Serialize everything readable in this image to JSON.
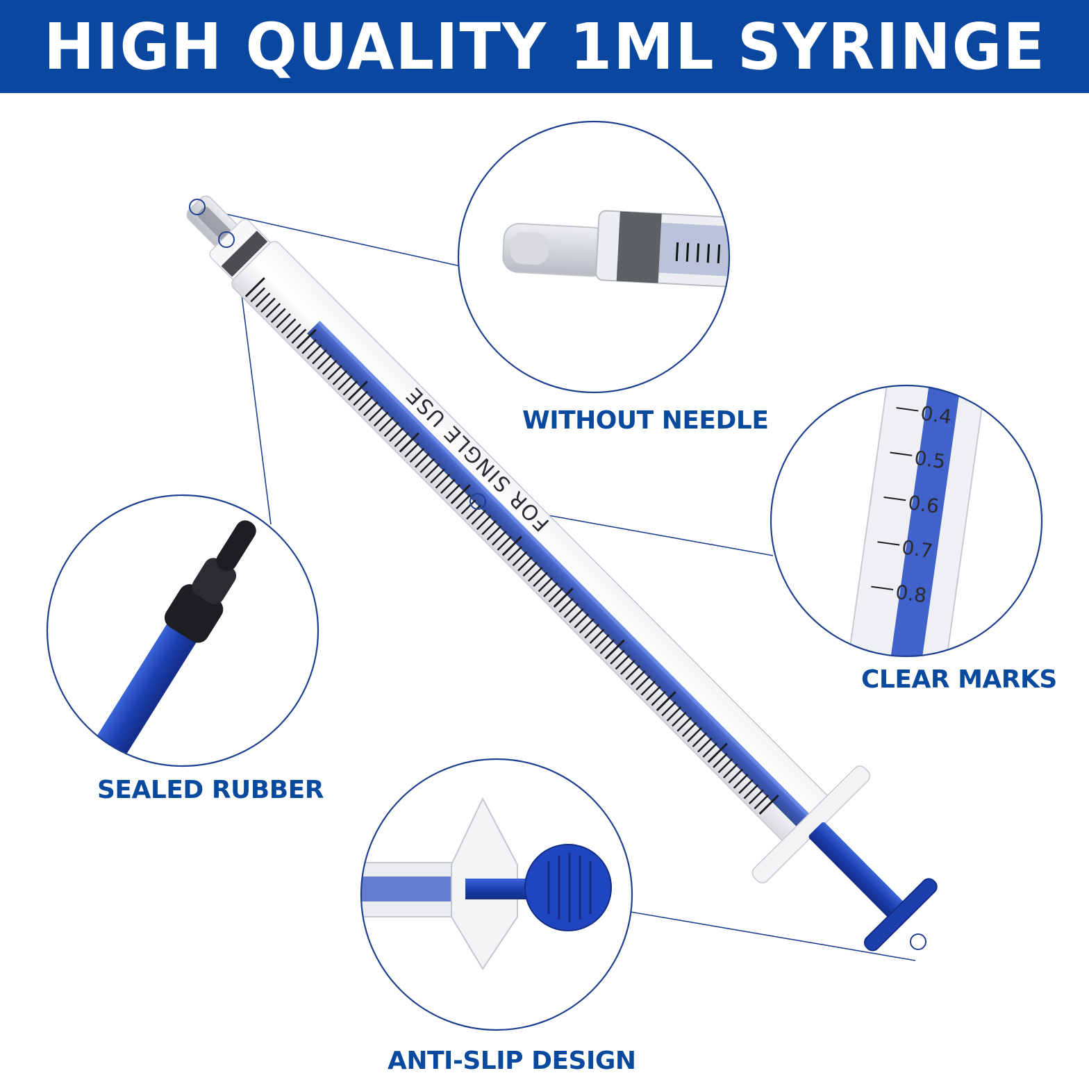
{
  "header": {
    "title": "HIGH QUALITY 1ML SYRINGE"
  },
  "syringe": {
    "barrel_text": "FOR SINGLE USE"
  },
  "callouts": {
    "without_needle": "WITHOUT NEEDLE",
    "clear_marks": "CLEAR MARKS",
    "sealed_rubber": "SEALED RUBBER",
    "anti_slip": "ANTI-SLIP DESIGN"
  },
  "scale_marks": [
    "0.4",
    "0.5",
    "0.6",
    "0.7",
    "0.8"
  ],
  "colors": {
    "brand_blue": "#0a47a0",
    "plunger_blue": "#1c3fae",
    "label_blue": "#0a4a9e",
    "line_blue": "#1e3f8f"
  }
}
